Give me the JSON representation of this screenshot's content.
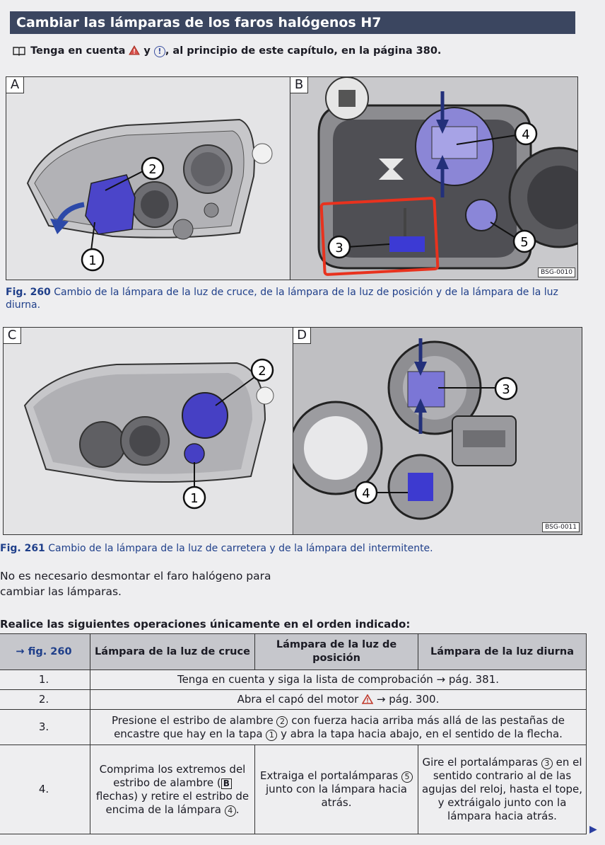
{
  "header": {
    "title": "Cambiar las lámparas de los faros halógenos H7"
  },
  "note": {
    "prefix": "Tenga en cuenta",
    "and": "y",
    "suffix": ", al principio de este capítulo, en la página 380."
  },
  "fig260": {
    "panels": [
      "A",
      "B"
    ],
    "code": "BSG-0010",
    "callouts_a": [
      "1",
      "2"
    ],
    "callouts_b": [
      "3",
      "4",
      "5"
    ],
    "label": "Fig. 260",
    "caption": "Cambio de la lámpara de la luz de cruce, de la lámpara de la luz de posición y de la lámpara de la luz diurna."
  },
  "fig261": {
    "panels": [
      "C",
      "D"
    ],
    "code": "BSG-0011",
    "callouts_c": [
      "1",
      "2"
    ],
    "callouts_d": [
      "3",
      "4"
    ],
    "label": "Fig. 261",
    "caption": "Cambio de la lámpara de la luz de carretera y de la lámpara del intermitente."
  },
  "paragraph": {
    "line1": "No es necesario desmontar el faro halógeno para",
    "line2": "cambiar las lámparas."
  },
  "table": {
    "title": "Realice las siguientes operaciones únicamente en el orden indicado:",
    "headers": [
      "→ fig. 260",
      "Lámpara de la luz de cruce",
      "Lámpara de la luz de posición",
      "Lámpara de la luz diurna"
    ],
    "row1": {
      "num": "1.",
      "text": "Tenga en cuenta y siga la lista de comprobación → pág. 381."
    },
    "row2": {
      "num": "2.",
      "text_a": "Abra el capó del motor",
      "text_b": "→ pág. 300."
    },
    "row3": {
      "num": "3.",
      "t1": "Presione el estribo de alambre",
      "c1": "2",
      "t2": "con fuerza hacia arriba más allá de las pestañas de encastre que hay en la tapa",
      "c2": "1",
      "t3": "y abra la tapa hacia abajo, en el sentido de la flecha."
    },
    "row4": {
      "num": "4.",
      "col1_a": "Comprima los extremos del estribo de alambre (",
      "col1_box": "B",
      "col1_b": "flechas) y retire el estribo de encima de la lámpara",
      "col1_c": "4",
      "col1_d": ".",
      "col2_c": "5",
      "col2_a": "Extraiga el portalámparas",
      "col2_b": "junto con la lámpara hacia atrás.",
      "col3_a": "Gire el portalámparas",
      "col3_c": "3",
      "col3_b": "en el sentido contrario al de las agujas del reloj, hasta el tope, y extráigalo junto con la lámpara hacia atrás."
    }
  },
  "colors": {
    "title_bar": "#3b4660",
    "caption": "#1f3f8a",
    "highlight": "#5a55c8",
    "red_box": "#e8321e"
  }
}
